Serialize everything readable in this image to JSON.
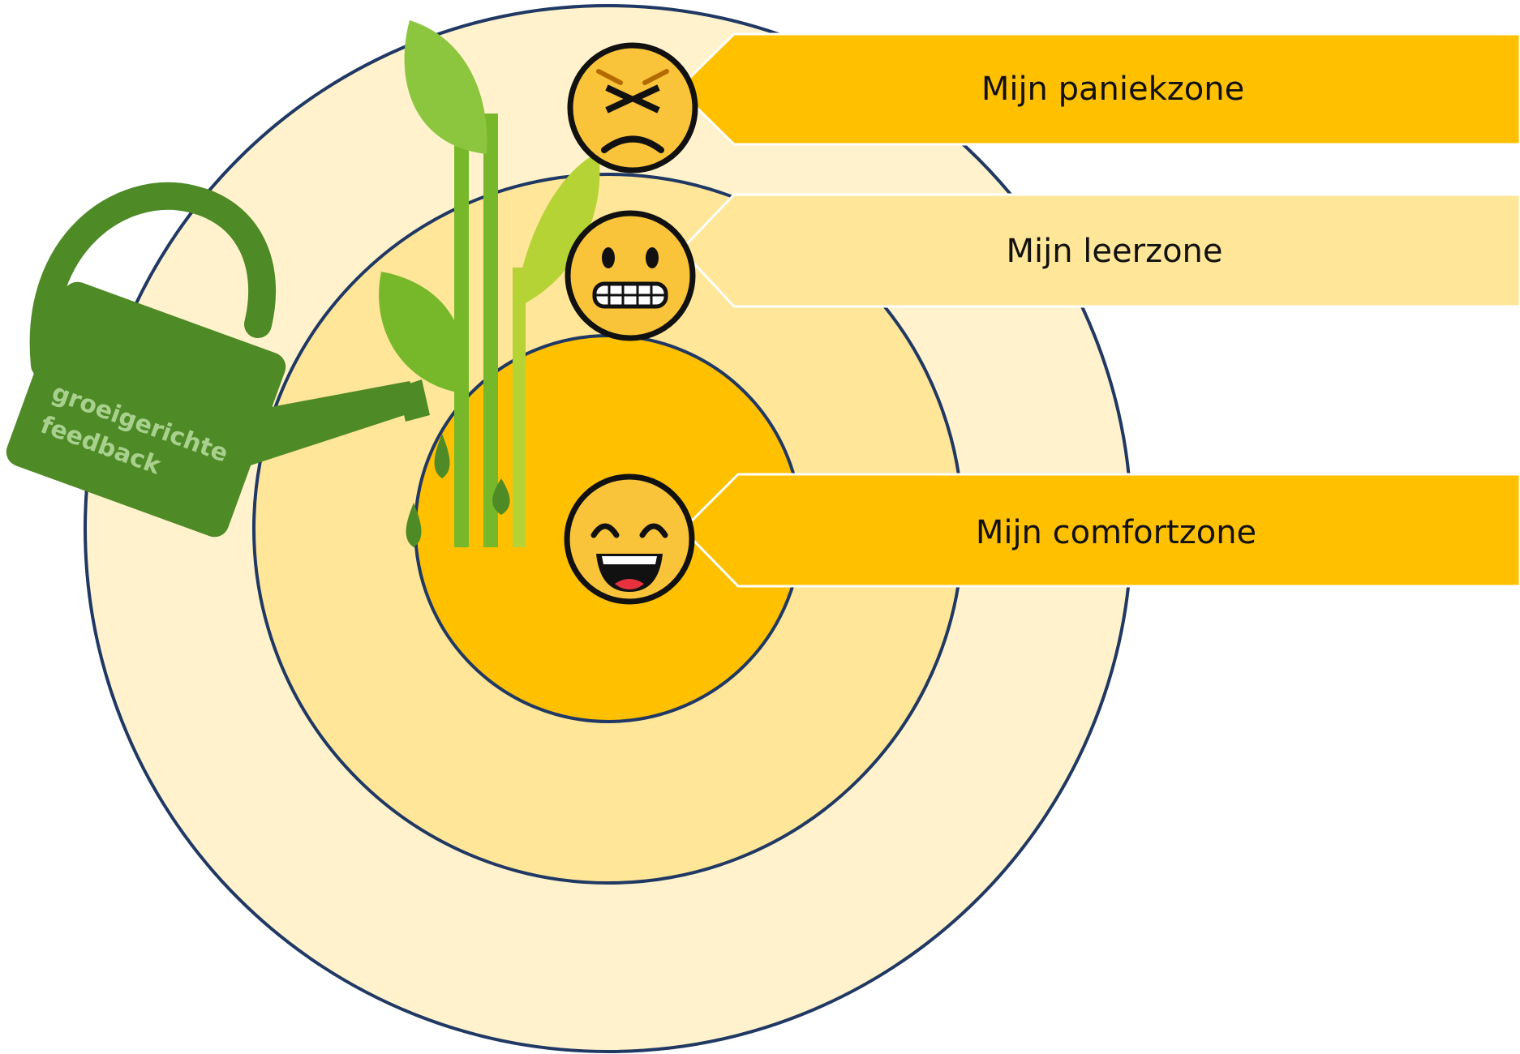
{
  "zones": {
    "panic": {
      "label": "Mijn paniekzone",
      "fill": "#fff2cc",
      "banner_fill": "#ffc000",
      "emoji": "angry-squint-face-icon"
    },
    "learning": {
      "label": "Mijn leerzone",
      "fill": "#ffe699",
      "banner_fill": "#ffe699",
      "emoji": "grimacing-face-icon"
    },
    "comfort": {
      "label": "Mijn comfortzone",
      "fill": "#ffc000",
      "banner_fill": "#ffc000",
      "emoji": "grinning-face-icon"
    }
  },
  "watering_can": {
    "label_line1": "groeigerichte",
    "label_line2": "feedback",
    "color": "#4e8a26",
    "icon": "watering-can-icon"
  },
  "plant": {
    "icon": "sprout-icon",
    "leaf_colors": [
      "#8cc63f",
      "#b5d334",
      "#76b82a"
    ]
  },
  "ring_stroke": "#1f3864"
}
